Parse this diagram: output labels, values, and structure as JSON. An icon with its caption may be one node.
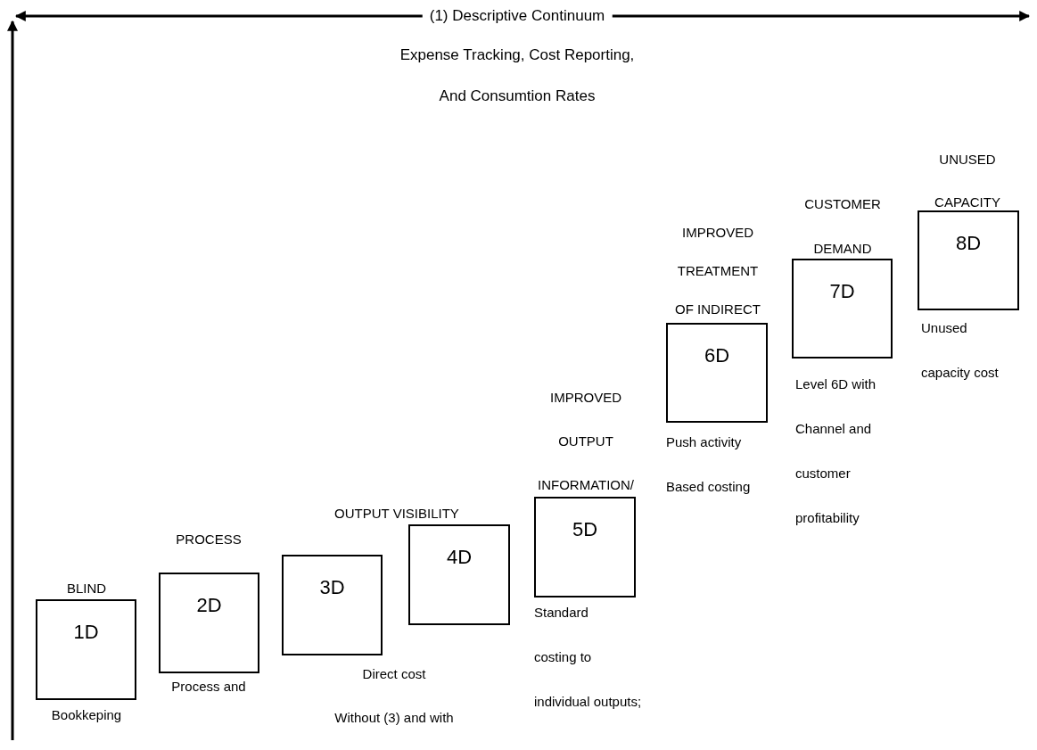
{
  "diagram": {
    "nodes": [
      {
        "text": [
          "1D"
        ],
        "beside": [
          "BLIND",
          "Bookkeping"
        ]
      },
      {
        "text": [
          "2D"
        ],
        "beside": [
          "PROCESS",
          "Process and"
        ]
      },
      {
        "text": [
          "3D"
        ],
        "beside": [
          "Direct cost",
          "Without (3) and with"
        ]
      },
      {
        "text": [
          "4D"
        ],
        "beside": [
          "OUTPUT VISIBILITY"
        ]
      },
      {
        "text": [
          "5D"
        ],
        "beside": [
          "IMPROVED",
          "OUTPUT",
          "INFORMATION/",
          "Standard",
          "costing to",
          "individual outputs;"
        ]
      },
      {
        "text": [
          "6D"
        ],
        "beside": [
          "IMPROVED",
          "TREATMENT",
          "OF INDIRECT",
          "Push activity",
          "Based costing"
        ]
      },
      {
        "text": [
          "7D"
        ],
        "beside": [
          "CUSTOMER",
          "DEMAND",
          "Level 6D with",
          "Channel and",
          "customer",
          "profitability"
        ]
      },
      {
        "text": [
          "8D"
        ],
        "beside": [
          "UNUSED",
          "CAPACITY",
          "Unused",
          "capacity cost"
        ]
      }
    ],
    "labels": [
      "(1) Descriptive Continuum",
      "Expense Tracking, Cost Reporting,",
      "And Consumtion Rates"
    ]
  }
}
